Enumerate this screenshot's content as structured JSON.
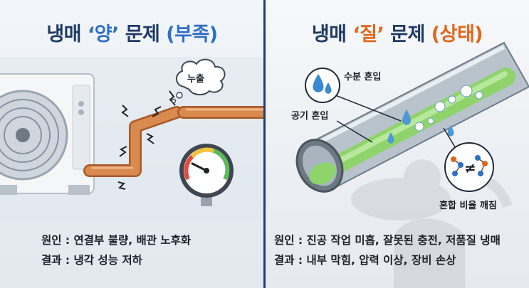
{
  "left": {
    "title": {
      "prefix": "냉매 ",
      "highlight": "‘양’",
      "middle": " 문제 ",
      "suffix": "(부족)"
    },
    "bubble": "누출",
    "cause": "원인 : 연결부 불량, 배관 노후화",
    "result": "결과 : 냉각 성능 저하"
  },
  "right": {
    "title": {
      "prefix": "냉매 ",
      "highlight": "‘질’",
      "middle": " 문제 ",
      "suffix": "(상태)"
    },
    "label_water": "수분 혼입",
    "label_air": "공기 혼입",
    "label_ratio": "혼합 비율 깨짐",
    "neq_symbol": "≠",
    "cause": "원인 : 진공 작업 미흡, 잘못된 충전, 저품질 냉매",
    "result": "결과 : 내부 막힘, 압력 이상, 장비 손상"
  },
  "colors": {
    "navy": "#1f3a66",
    "blue": "#2f6fc4",
    "orange": "#e0661c",
    "pipe_copper": "#d98a4e",
    "refrigerant_green": "#8fd36b"
  }
}
